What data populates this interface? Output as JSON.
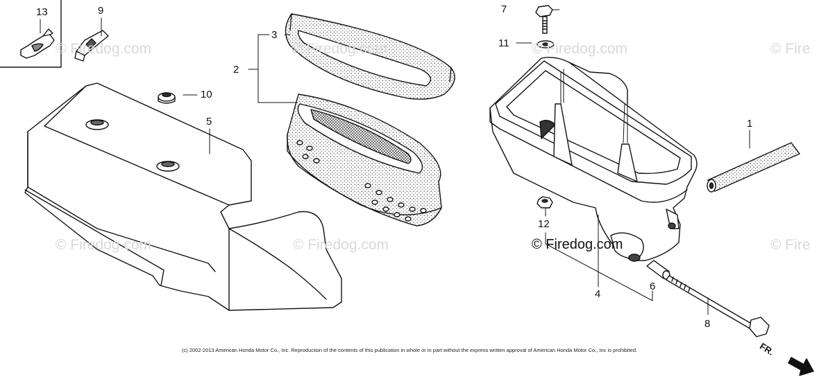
{
  "watermark_text": "© Firedog.com",
  "watermark_partial": "© Fire",
  "copyright": "(c) 2002-2013 American Honda Motor Co., Inc. Reproduction of the contents of this publication in whole or in part without the express written approval of American Honda Motor Co., Inc is prohibited.",
  "front_label": "FR.",
  "callouts": {
    "p1": "1",
    "p2": "2",
    "p3": "3",
    "p4": "4",
    "p5": "5",
    "p6": "6",
    "p7": "7",
    "p8": "8",
    "p9": "9",
    "p10": "10",
    "p11": "11",
    "p12": "12",
    "p13": "13"
  },
  "colors": {
    "line": "#111111",
    "fill": "#ffffff",
    "shade": "#dcdcdc",
    "watermark": "#d9d9d9"
  }
}
